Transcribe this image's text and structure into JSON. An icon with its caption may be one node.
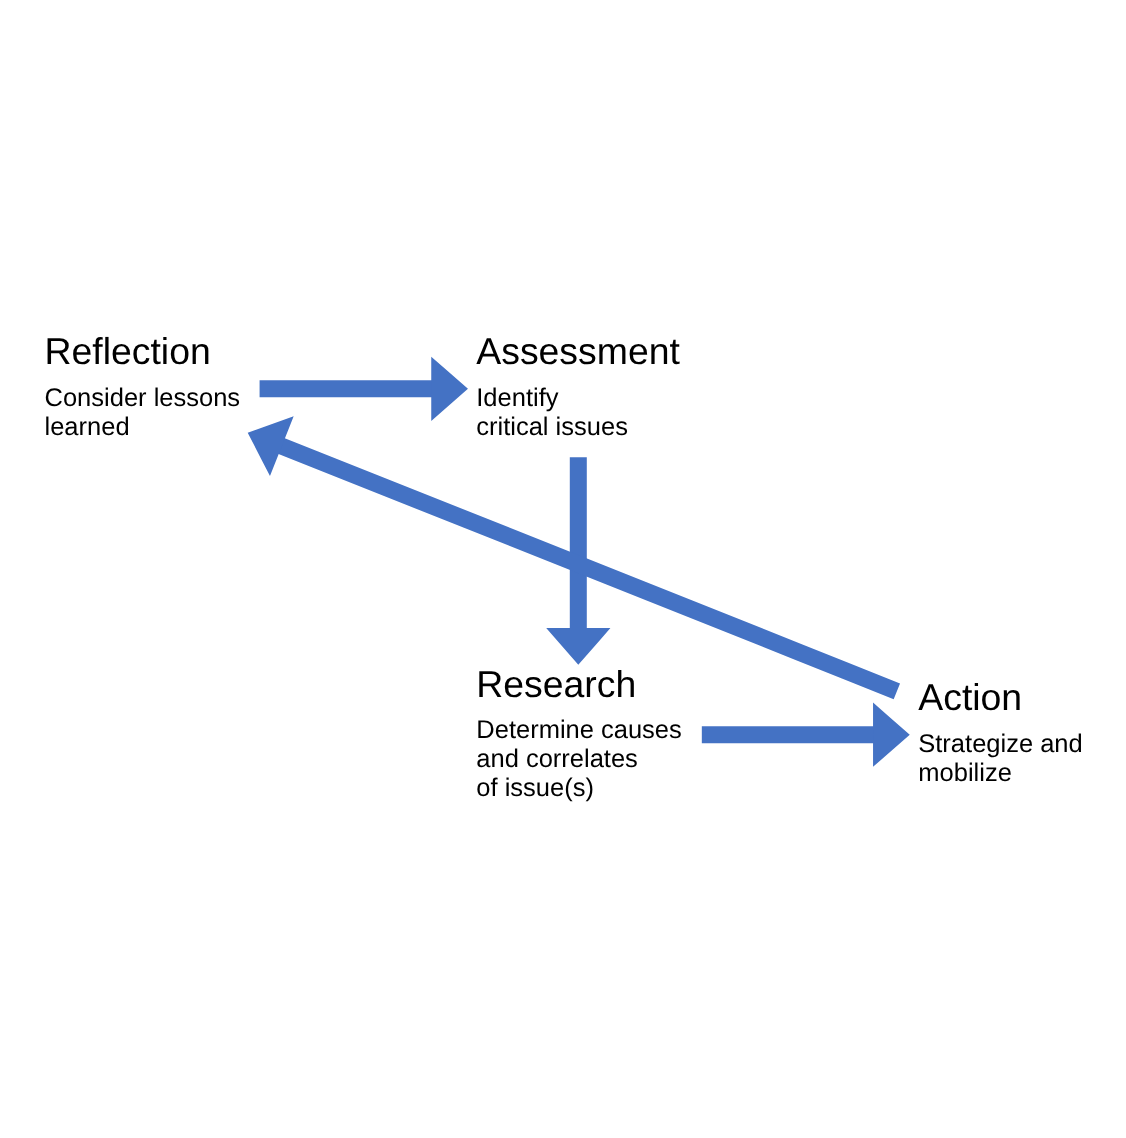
{
  "diagram": {
    "nodes": [
      {
        "text": [
          "Reflection",
          "Consider lessons learned"
        ]
      },
      {
        "text": [
          "Assessment",
          "Identify critical issues"
        ]
      },
      {
        "text": [
          "Research",
          "Determine causes and correlates of issue(s)"
        ]
      },
      {
        "text": [
          "Action",
          "Strategize and mobilize"
        ]
      }
    ],
    "edges": [
      {
        "from": 0,
        "to": 1,
        "arrow": "to"
      },
      {
        "from": 1,
        "to": 2,
        "arrow": "to"
      },
      {
        "from": 2,
        "to": 3,
        "arrow": "to"
      },
      {
        "from": 3,
        "to": 0,
        "arrow": "to"
      }
    ]
  }
}
